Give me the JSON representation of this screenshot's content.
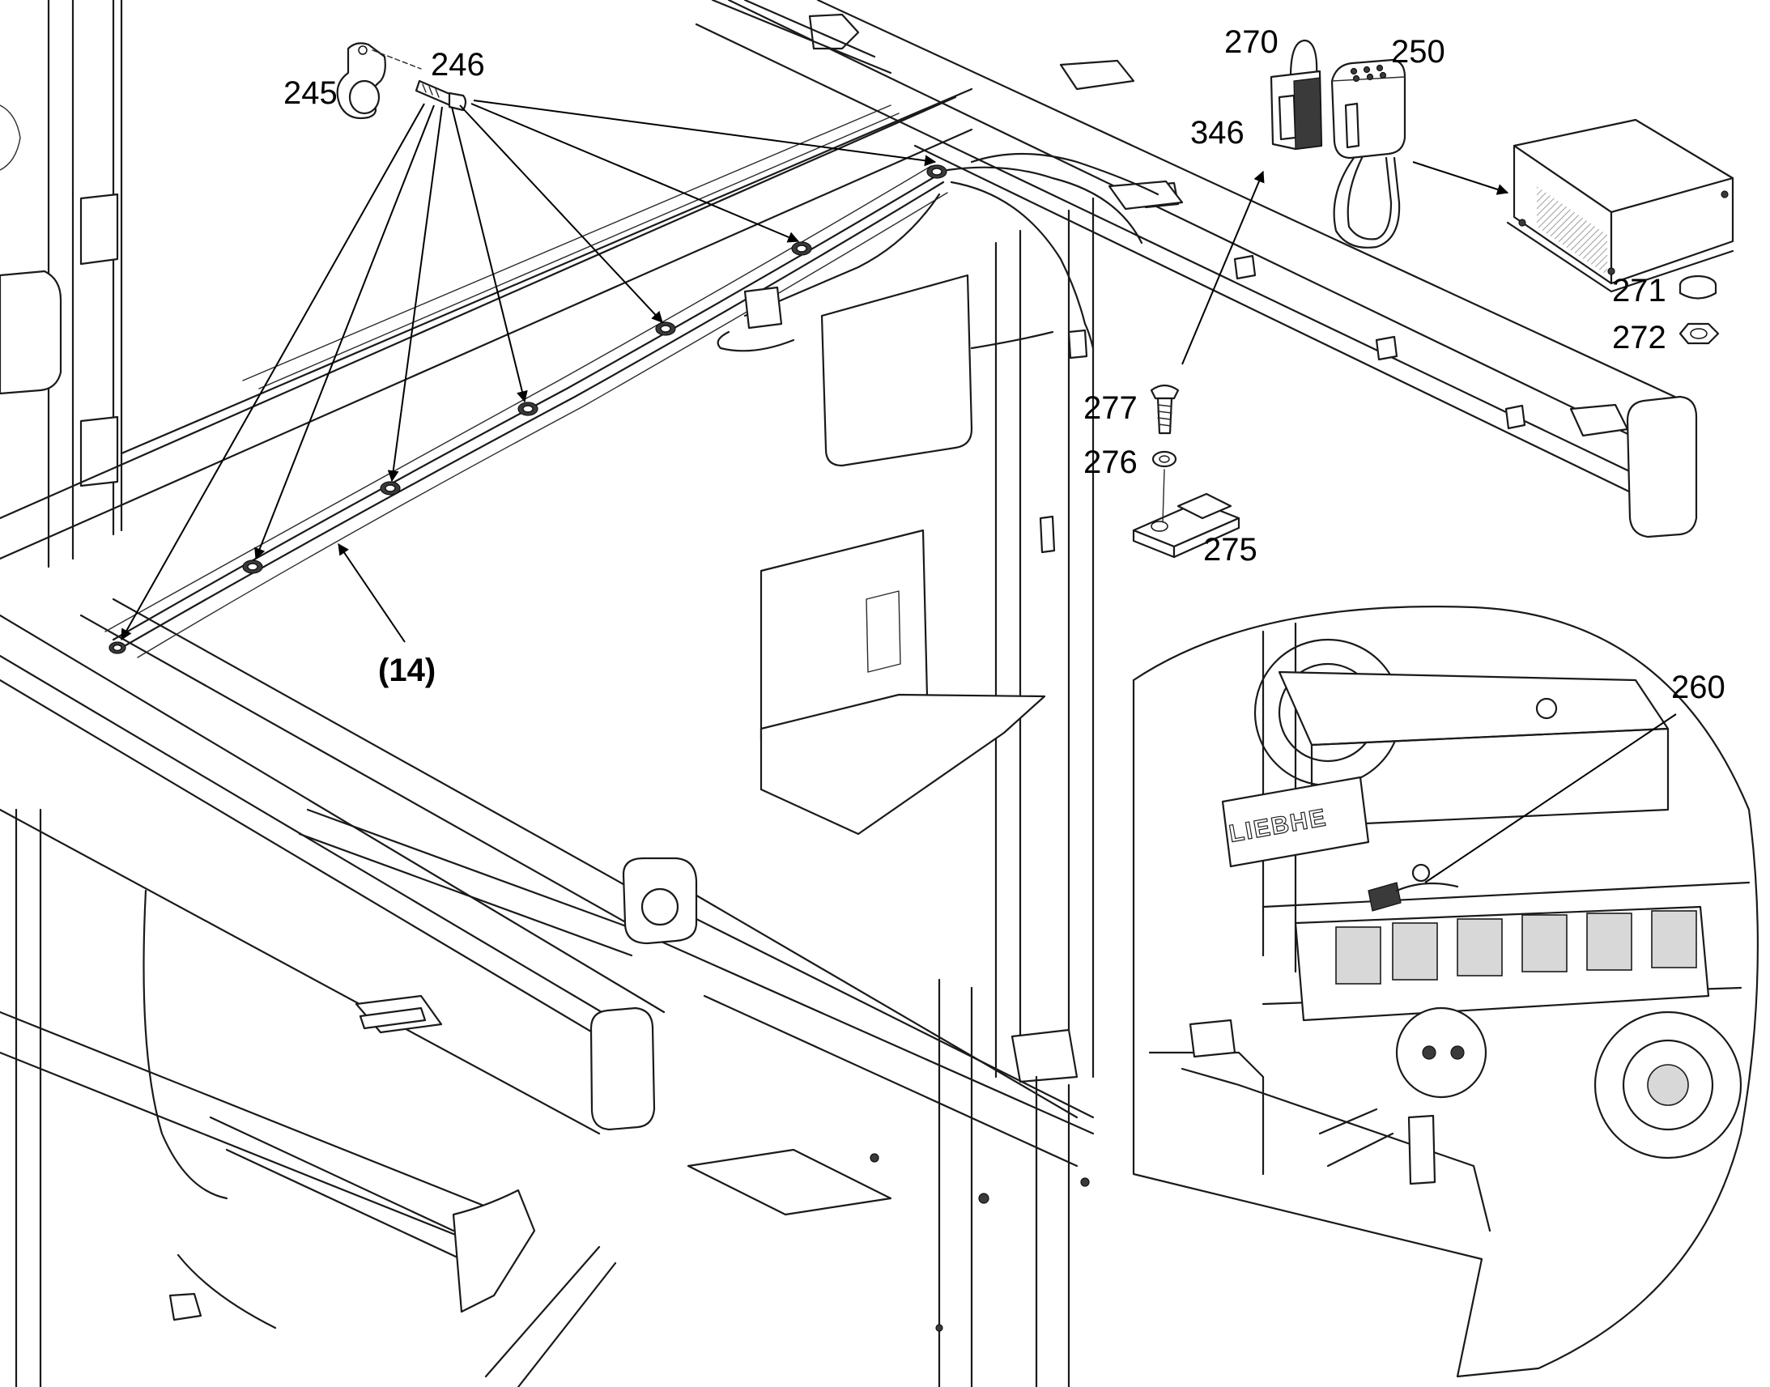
{
  "callouts": {
    "c245": "245",
    "c246": "246",
    "c270": "270",
    "c250": "250",
    "c346": "346",
    "c271": "271",
    "c272": "272",
    "c277": "277",
    "c276": "276",
    "c275": "275",
    "c260": "260",
    "c14": "(14)"
  },
  "inset": {
    "brand_text": "LIEBHE"
  },
  "icons": {
    "clamp": "hose-clamp-icon",
    "bolt": "bolt-icon",
    "socket": "connector-socket-icon",
    "plug": "bridge-plug-icon",
    "box": "control-box-icon",
    "cap": "cap-icon",
    "nut": "nut-icon",
    "screw": "screw-icon",
    "washer": "washer-icon",
    "holder": "holder-bracket-icon"
  }
}
